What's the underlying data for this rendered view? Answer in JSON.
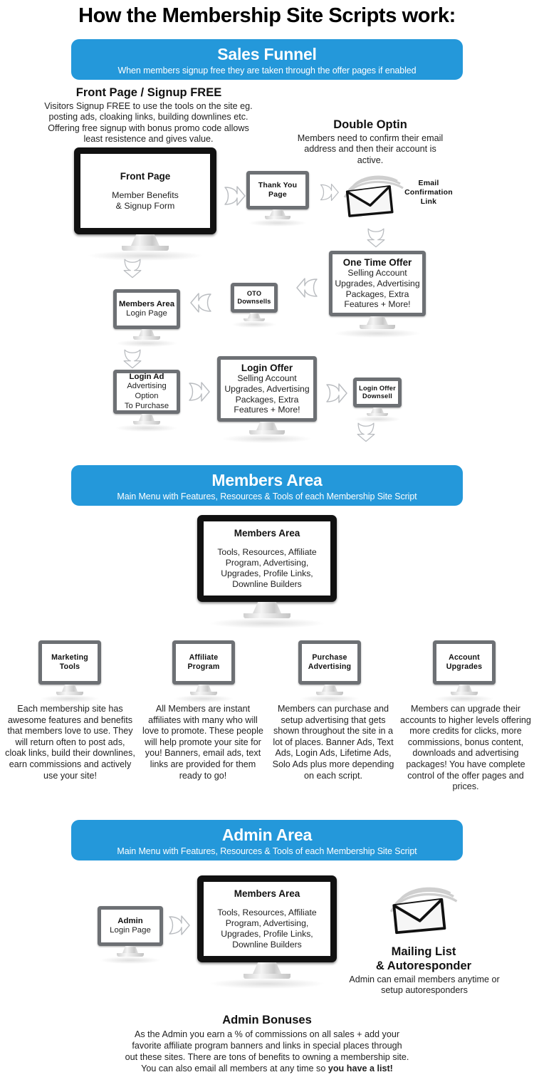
{
  "page": {
    "title": "How the Membership Site Scripts work:",
    "accent_color": "#2498da",
    "bezel_black": "#111111",
    "bezel_grey": "#6d7074"
  },
  "sections": {
    "sales_funnel": {
      "banner_title": "Sales Funnel",
      "banner_sub": "When members signup free they are taken through the offer pages if enabled",
      "front_page_heading": "Front Page / Signup FREE",
      "front_page_paragraph": "Visitors Signup FREE to use the tools on the site eg. posting ads, cloaking links, building downlines etc. Offering free signup with bonus promo code allows least resistence and gives value.",
      "double_optin_heading": "Double Optin",
      "double_optin_paragraph": "Members need to confirm their email address and then their account is active.",
      "email_confirmation_label": "Email\nConfirmation\nLink",
      "monitors": {
        "front_page": {
          "title": "Front Page",
          "body": "Member Benefits\n& Signup Form"
        },
        "thank_you": {
          "title": "Thank You\nPage"
        },
        "one_time_offer": {
          "title": "One Time Offer",
          "body": "Selling Account Upgrades, Advertising Packages, Extra Features + More!"
        },
        "oto_downsells": {
          "title": "OTO\nDownsells"
        },
        "members_area_login": {
          "title": "Members Area",
          "body": "Login Page"
        },
        "login_ad": {
          "title": "Login Ad",
          "body": "Advertising Option\nTo Purchase"
        },
        "login_offer": {
          "title": "Login Offer",
          "body": "Selling Account Upgrades, Advertising Packages, Extra Features + More!"
        },
        "login_offer_downsell": {
          "title": "Login Offer\nDownsell"
        }
      }
    },
    "members_area": {
      "banner_title": "Members Area",
      "banner_sub": "Main Menu with Features, Resources & Tools of each Membership Site Script",
      "main_monitor": {
        "title": "Members Area",
        "body": "Tools, Resources, Affiliate Program, Advertising, Upgrades, Profile Links, Downline Builders"
      },
      "features": [
        {
          "label": "Marketing\nTools",
          "description": "Each membership site has awesome features and benefits that members love to use. They will return often to post ads, cloak links, build their downlines, earn commissions and actively use your site!"
        },
        {
          "label": "Affiliate\nProgram",
          "description": "All Members are instant affiliates with many who will love to promote. These people will help promote your site for you! Banners, email ads, text links are provided for them ready to go!"
        },
        {
          "label": "Purchase\nAdvertising",
          "description": "Members can purchase and setup advertising that gets shown throughout the site in a lot of places. Banner Ads, Text Ads, Login Ads, Lifetime Ads, Solo Ads plus more depending on each script."
        },
        {
          "label": "Account\nUpgrades",
          "description": "Members can upgrade their accounts to higher levels offering more credits for clicks, more commissions, bonus content, downloads and advertising packages! You have complete control of the offer pages and prices."
        }
      ]
    },
    "admin_area": {
      "banner_title": "Admin Area",
      "banner_sub": "Main Menu with Features, Resources & Tools of each Membership Site Script",
      "admin_login": {
        "title": "Admin",
        "body": "Login Page"
      },
      "main_monitor": {
        "title": "Members Area",
        "body": "Tools, Resources, Affiliate Program, Advertising, Upgrades, Profile Links, Downline Builders"
      },
      "mailing_list_heading_1": "Mailing List",
      "mailing_list_heading_2": "& Autoresponder",
      "mailing_list_paragraph": "Admin can email members anytime or setup autoresponders",
      "admin_bonuses_heading": "Admin Bonuses",
      "admin_bonuses_paragraph": "As the Admin you earn a % of commissions on all sales + add your favorite affiliate program banners and links in special places through out these sites. There are tons of benefits to owning a membership site. You can also email all members at any time so",
      "admin_bonuses_bold_tail": "you have a list!"
    }
  }
}
